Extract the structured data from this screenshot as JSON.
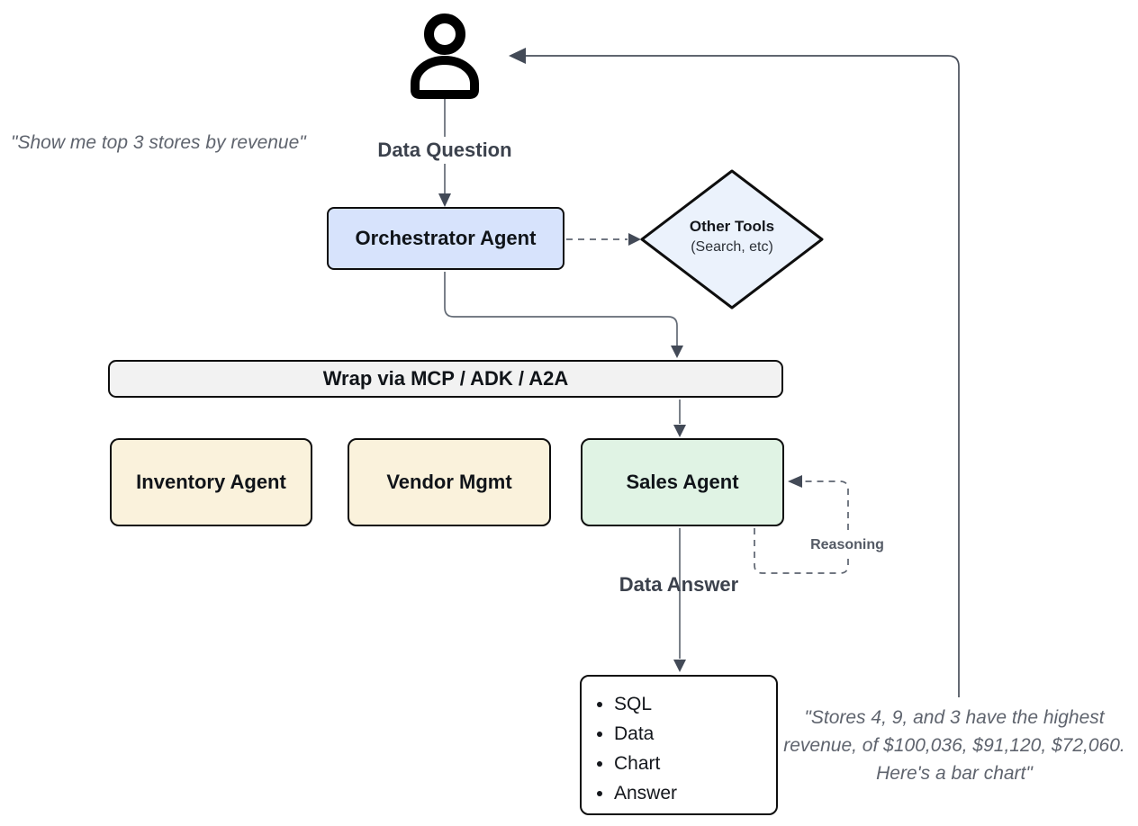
{
  "quotes": {
    "left": "\"Show me top 3 stores by revenue\"",
    "right": "\"Stores 4, 9, and 3 have the highest revenue, of $100,036, $91,120, $72,060. Here's a bar chart\""
  },
  "labels": {
    "data_question": "Data Question",
    "data_answer": "Data Answer",
    "reasoning": "Reasoning"
  },
  "nodes": {
    "orchestrator": {
      "label": "Orchestrator Agent",
      "fill": "#d7e3fc"
    },
    "other_tools": {
      "title": "Other Tools",
      "subtitle": "(Search, etc)",
      "fill": "#ebf2fc"
    },
    "wrap_bar": {
      "label": "Wrap via MCP / ADK / A2A",
      "fill": "#f2f2f2"
    },
    "inventory": {
      "label": "Inventory Agent",
      "fill": "#faf2dc"
    },
    "vendor": {
      "label": "Vendor Mgmt",
      "fill": "#faf2dc"
    },
    "sales": {
      "label": "Sales Agent",
      "fill": "#e0f3e4"
    },
    "output": {
      "items": [
        "SQL",
        "Data",
        "Chart",
        "Answer"
      ]
    }
  },
  "icons": {
    "user": "user-icon"
  },
  "colors": {
    "node_border": "#0e0e0e",
    "connector": "#646b76",
    "arrowhead": "#434a57",
    "quote_text": "#5f646e",
    "edge_label_text": "#3c424d"
  }
}
